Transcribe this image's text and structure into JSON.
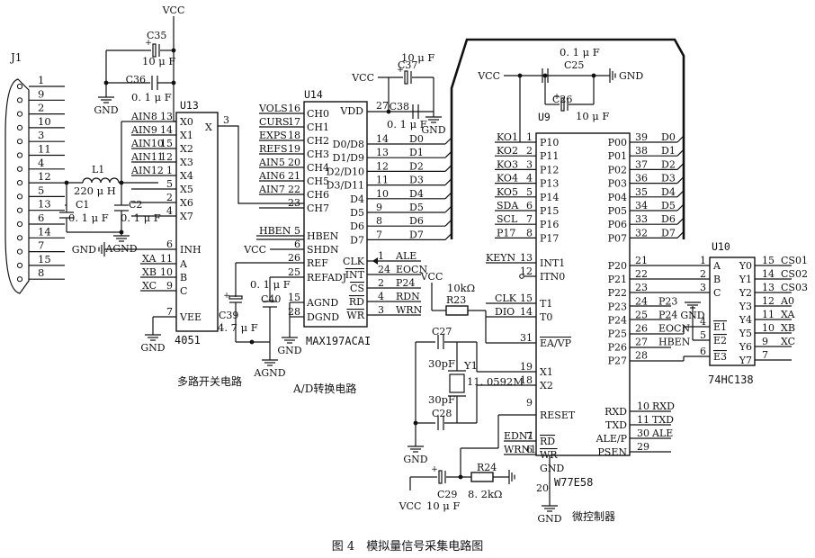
{
  "power": {
    "vcc": "VCC",
    "gnd": "GND",
    "agnd": "AGND"
  },
  "j1": {
    "ref": "J1",
    "pins": [
      "1",
      "9",
      "2",
      "10",
      "3",
      "11",
      "4",
      "12",
      "5",
      "13",
      "6",
      "14",
      "7",
      "15",
      "8"
    ]
  },
  "passives": {
    "c35": "C35",
    "c35_val": "10 μ F",
    "c36": "C36",
    "c36_val": "0. 1 μ F",
    "l1": "L1",
    "l1_val": "220 μ H",
    "c1": "C1",
    "c1_val": "0. 1 μ F",
    "c2": "C2",
    "c2_val": "0. 1 μ F",
    "c37": "C37",
    "c37_val": "10 μ F",
    "c38": "C38",
    "c38_val": "0. 1 μ F",
    "c39": "C39",
    "c39_val": "4. 7 μ F",
    "c40": "C40",
    "c40_val": "0. 1 μ F",
    "c25": "C25",
    "c25_val": "0. 1 μ F",
    "c26": "C26",
    "c26_val": "10 μ F",
    "c27": "C27",
    "c27_val": "30pF",
    "c28": "C28",
    "c28_val": "30pF",
    "y1": "Y1",
    "y1_val": "11. 0592M",
    "r23": "R23",
    "r23_val": "10kΩ",
    "r24": "R24",
    "r24_val": "8. 2kΩ",
    "c29": "C29",
    "c29_val": "10 μ F"
  },
  "u13": {
    "ref": "U13",
    "part": "4051",
    "section": "多路开关电路",
    "left_pins": [
      {
        "net": "AIN8",
        "num": "13",
        "name": "X0"
      },
      {
        "net": "AIN9",
        "num": "14",
        "name": "X1"
      },
      {
        "net": "AIN10",
        "num": "15",
        "name": "X2"
      },
      {
        "net": "AIN11",
        "num": "12",
        "name": "X3"
      },
      {
        "net": "AIN12",
        "num": "1",
        "name": "X4"
      },
      {
        "net": "",
        "num": "5",
        "name": "X5"
      },
      {
        "net": "",
        "num": "2",
        "name": "X6"
      },
      {
        "net": "",
        "num": "4",
        "name": "X7"
      }
    ],
    "inh_num": "6",
    "inh_name": "INH",
    "sel_pins": [
      {
        "net": "XA",
        "num": "11",
        "name": "A"
      },
      {
        "net": "XB",
        "num": "10",
        "name": "B"
      },
      {
        "net": "XC",
        "num": "9",
        "name": "C"
      }
    ],
    "vee_num": "7",
    "vee_name": "VEE",
    "x_name": "X",
    "x_num": "3"
  },
  "u14": {
    "ref": "U14",
    "part": "MAX197ACAI",
    "section": "A/D转换电路",
    "left_pins": [
      {
        "net": "VOLS",
        "num": "16",
        "name": "CH0"
      },
      {
        "net": "CURS",
        "num": "17",
        "name": "CH1"
      },
      {
        "net": "EXPS",
        "num": "18",
        "name": "CH2"
      },
      {
        "net": "REFS",
        "num": "19",
        "name": "CH3"
      },
      {
        "net": "AIN5",
        "num": "20",
        "name": "CH4"
      },
      {
        "net": "AIN6",
        "num": "21",
        "name": "CH5"
      },
      {
        "net": "AIN7",
        "num": "22",
        "name": "CH6"
      },
      {
        "net": "",
        "num": "23",
        "name": "CH7"
      }
    ],
    "ctrl_pins": [
      {
        "net": "HBEN",
        "num": "5",
        "name": "HBEN"
      },
      {
        "net": "",
        "num": "6",
        "name": "SHDN"
      },
      {
        "net": "",
        "num": "26",
        "name": "REF"
      },
      {
        "net": "",
        "num": "25",
        "name": "REFADJ"
      },
      {
        "net": "",
        "num": "15",
        "name": "AGND"
      },
      {
        "net": "",
        "num": "28",
        "name": "DGND"
      }
    ],
    "vdd_num": "27",
    "vdd_name": "VDD",
    "data_pins": [
      {
        "name": "D0/D8",
        "num": "14",
        "net": "D0"
      },
      {
        "name": "D1/D9",
        "num": "13",
        "net": "D1"
      },
      {
        "name": "D2/D10",
        "num": "12",
        "net": "D2"
      },
      {
        "name": "D3/D11",
        "num": "11",
        "net": "D3"
      },
      {
        "name": "D4",
        "num": "10",
        "net": "D4"
      },
      {
        "name": "D5",
        "num": "9",
        "net": "D5"
      },
      {
        "name": "D6",
        "num": "8",
        "net": "D6"
      },
      {
        "name": "D7",
        "num": "7",
        "net": "D7"
      }
    ],
    "right_ctrl": [
      {
        "name": "CLK",
        "num": "1",
        "net": "ALE"
      },
      {
        "name": "INT",
        "num": "24",
        "net": "EOCN"
      },
      {
        "name": "CS",
        "num": "2",
        "net": "P24"
      },
      {
        "name": "RD",
        "num": "4",
        "net": "RDN"
      },
      {
        "name": "WR",
        "num": "3",
        "net": "WRN"
      }
    ]
  },
  "u9": {
    "ref": "U9",
    "part": "W77E58",
    "section": "微控制器",
    "p1_pins": [
      {
        "net": "KO1",
        "num": "1",
        "name": "P10"
      },
      {
        "net": "KO2",
        "num": "2",
        "name": "P11"
      },
      {
        "net": "KO3",
        "num": "3",
        "name": "P12"
      },
      {
        "net": "KO4",
        "num": "4",
        "name": "P13"
      },
      {
        "net": "KO5",
        "num": "5",
        "name": "P14"
      },
      {
        "net": "SDA",
        "num": "6",
        "name": "P15"
      },
      {
        "net": "SCL",
        "num": "7",
        "name": "P16"
      },
      {
        "net": "P17",
        "num": "8",
        "name": "P17"
      }
    ],
    "int_pins": [
      {
        "net": "KEYN",
        "num": "13",
        "name": "INT1"
      },
      {
        "net": "",
        "num": "12",
        "name": "ITN0"
      }
    ],
    "t_pins": [
      {
        "net": "CLK",
        "num": "15",
        "name": "T1"
      },
      {
        "net": "DIO",
        "num": "14",
        "name": "T0"
      }
    ],
    "ea": {
      "num": "31",
      "name": "EA/VP"
    },
    "x1": {
      "num": "19",
      "name": "X1"
    },
    "x2": {
      "num": "18",
      "name": "X2"
    },
    "reset": {
      "num": "9",
      "name": "RESET"
    },
    "rdwr": [
      {
        "net": "EDN1",
        "num": "7",
        "name": "RD"
      },
      {
        "net": "WRN1",
        "num": "6",
        "name": "WR"
      }
    ],
    "gnd": {
      "num": "20",
      "name": "GND"
    },
    "p0_pins": [
      {
        "name": "P00",
        "num": "39",
        "net": "D0"
      },
      {
        "name": "P01",
        "num": "38",
        "net": "D1"
      },
      {
        "name": "P02",
        "num": "37",
        "net": "D2"
      },
      {
        "name": "P03",
        "num": "36",
        "net": "D3"
      },
      {
        "name": "P04",
        "num": "35",
        "net": "D4"
      },
      {
        "name": "P05",
        "num": "34",
        "net": "D5"
      },
      {
        "name": "P06",
        "num": "33",
        "net": "D6"
      },
      {
        "name": "P07",
        "num": "32",
        "net": "D7"
      }
    ],
    "p2_pins": [
      {
        "name": "P20",
        "num": "21",
        "net": ""
      },
      {
        "name": "P21",
        "num": "22",
        "net": ""
      },
      {
        "name": "P22",
        "num": "23",
        "net": ""
      },
      {
        "name": "P23",
        "num": "24",
        "net": "P23"
      },
      {
        "name": "P24",
        "num": "25",
        "net": "P24"
      },
      {
        "name": "P25",
        "num": "26",
        "net": "EOCN"
      },
      {
        "name": "P26",
        "num": "27",
        "net": "HBEN"
      },
      {
        "name": "P27",
        "num": "28",
        "net": ""
      }
    ],
    "bottom_right": [
      {
        "name": "RXD",
        "num": "10",
        "net": "RXD"
      },
      {
        "name": "TXD",
        "num": "11",
        "net": "TXD"
      },
      {
        "name": "ALE/P",
        "num": "30",
        "net": "ALE"
      },
      {
        "name": "PSEN",
        "num": "29",
        "net": ""
      }
    ]
  },
  "u10": {
    "ref": "U10",
    "part": "74HC138",
    "inputs": [
      {
        "num": "1",
        "name": "A"
      },
      {
        "num": "2",
        "name": "B"
      },
      {
        "num": "3",
        "name": "C"
      },
      {
        "num": "4",
        "name": "E1"
      },
      {
        "num": "5",
        "name": "E2"
      },
      {
        "num": "6",
        "name": "E3"
      }
    ],
    "outputs": [
      {
        "name": "Y0",
        "num": "15",
        "net": "CS01"
      },
      {
        "name": "Y1",
        "num": "14",
        "net": "CS02"
      },
      {
        "name": "Y2",
        "num": "13",
        "net": "CS03"
      },
      {
        "name": "Y3",
        "num": "12",
        "net": "A0"
      },
      {
        "name": "Y4",
        "num": "11",
        "net": "XA"
      },
      {
        "name": "Y5",
        "num": "10",
        "net": "XB"
      },
      {
        "name": "Y6",
        "num": "9",
        "net": "XC"
      },
      {
        "name": "Y7",
        "num": "7",
        "net": ""
      }
    ]
  },
  "caption": "图 4　模拟量信号采集电路图"
}
